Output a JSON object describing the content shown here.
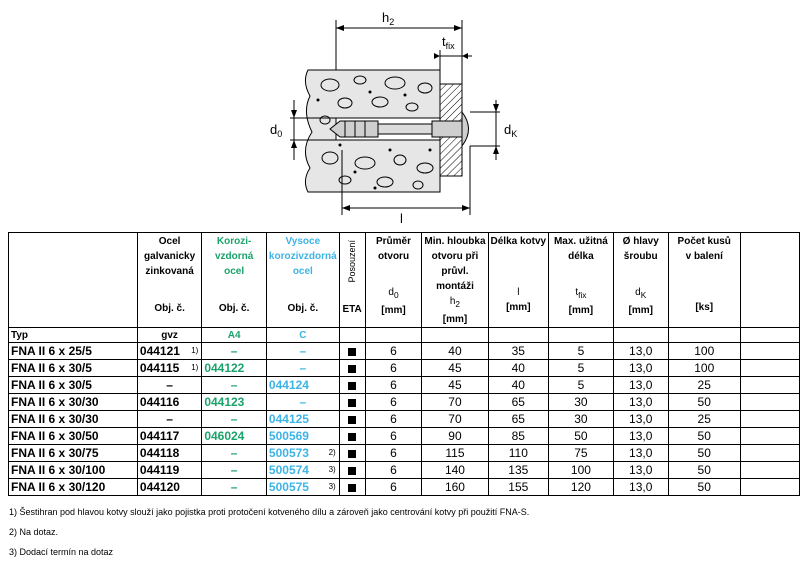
{
  "figure": {
    "labels": {
      "h2": "h",
      "h2_sub": "2",
      "tfix": "t",
      "tfix_sub": "fix",
      "d0": "d",
      "d0_sub": "0",
      "dK": "d",
      "dK_sub": "K",
      "l": "l"
    }
  },
  "table": {
    "header": {
      "steel_galv": [
        "Ocel",
        "galvanicky",
        "zinkovaná"
      ],
      "steel_a4": [
        "Korozi-",
        "vzdorná",
        "ocel"
      ],
      "steel_c": [
        "Vysoce",
        "korozivzdorná",
        "ocel"
      ],
      "assessment": "Posouzení",
      "diameter": [
        "Průměr",
        "otvoru"
      ],
      "depth": [
        "Min. hloubka",
        "otvoru při",
        "průvl.",
        "montáži"
      ],
      "length": "Délka kotvy",
      "usable": [
        "Max. užitná",
        "délka"
      ],
      "head": [
        "Ø hlavy",
        "šroubu"
      ],
      "count": [
        "Počet kusů",
        "v balení"
      ],
      "obj": "Obj. č.",
      "eta": "ETA",
      "sym_d0": "d",
      "sym_d0_sub": "0",
      "sym_h2": "h",
      "sym_h2_sub": "2",
      "sym_l": "l",
      "sym_tfix": "t",
      "sym_tfix_sub": "fix",
      "sym_dk": "d",
      "sym_dk_sub": "K",
      "unit_mm": "[mm]",
      "unit_ks": "[ks]",
      "typ": "Typ",
      "code_gvz": "gvz",
      "code_a4": "A4",
      "code_c": "C"
    },
    "rows": [
      {
        "type": "FNA II 6 x 25/5",
        "gvz": "044121",
        "gvz_fn": "1)",
        "a4": "–",
        "c": "–",
        "c_fn": "",
        "d0": "6",
        "h2": "40",
        "l": "35",
        "tfix": "5",
        "dk": "13,0",
        "qty": "100"
      },
      {
        "type": "FNA II 6 x 30/5",
        "gvz": "044115",
        "gvz_fn": "1)",
        "a4": "044122",
        "c": "–",
        "c_fn": "",
        "d0": "6",
        "h2": "45",
        "l": "40",
        "tfix": "5",
        "dk": "13,0",
        "qty": "100"
      },
      {
        "type": "FNA II 6 x 30/5",
        "gvz": "–",
        "gvz_fn": "",
        "a4": "–",
        "c": "044124",
        "c_fn": "",
        "d0": "6",
        "h2": "45",
        "l": "40",
        "tfix": "5",
        "dk": "13,0",
        "qty": "25"
      },
      {
        "type": "FNA II 6 x 30/30",
        "gvz": "044116",
        "gvz_fn": "",
        "a4": "044123",
        "c": "–",
        "c_fn": "",
        "d0": "6",
        "h2": "70",
        "l": "65",
        "tfix": "30",
        "dk": "13,0",
        "qty": "50"
      },
      {
        "type": "FNA II 6 x 30/30",
        "gvz": "–",
        "gvz_fn": "",
        "a4": "–",
        "c": "044125",
        "c_fn": "",
        "d0": "6",
        "h2": "70",
        "l": "65",
        "tfix": "30",
        "dk": "13,0",
        "qty": "25"
      },
      {
        "type": "FNA II 6 x 30/50",
        "gvz": "044117",
        "gvz_fn": "",
        "a4": "046024",
        "c": "500569",
        "c_fn": "",
        "d0": "6",
        "h2": "90",
        "l": "85",
        "tfix": "50",
        "dk": "13,0",
        "qty": "50"
      },
      {
        "type": "FNA II 6 x 30/75",
        "gvz": "044118",
        "gvz_fn": "",
        "a4": "–",
        "c": "500573",
        "c_fn": "2)",
        "d0": "6",
        "h2": "115",
        "l": "110",
        "tfix": "75",
        "dk": "13,0",
        "qty": "50"
      },
      {
        "type": "FNA II 6 x 30/100",
        "gvz": "044119",
        "gvz_fn": "",
        "a4": "–",
        "c": "500574",
        "c_fn": "3)",
        "d0": "6",
        "h2": "140",
        "l": "135",
        "tfix": "100",
        "dk": "13,0",
        "qty": "50"
      },
      {
        "type": "FNA II 6 x 30/120",
        "gvz": "044120",
        "gvz_fn": "",
        "a4": "–",
        "c": "500575",
        "c_fn": "3)",
        "d0": "6",
        "h2": "160",
        "l": "155",
        "tfix": "120",
        "dk": "13,0",
        "qty": "50"
      }
    ]
  },
  "footnotes": [
    "1) Šestihran pod hlavou kotvy slouží jako pojistka proti protočení kotveného dílu a zároveň jako centrování kotvy při použití FNA-S.",
    "2) Na dotaz.",
    "3) Dodací termín na dotaz"
  ],
  "colors": {
    "a4": "#1aa36b",
    "c": "#3cb4e6",
    "concrete": "#e8e8e8"
  }
}
